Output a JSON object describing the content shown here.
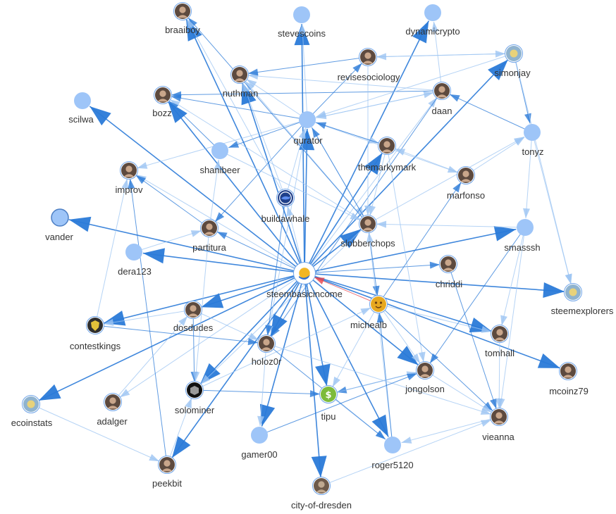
{
  "colors": {
    "edge": "#2a7ad8",
    "edge_light": "#9cc4f2",
    "edge_alert": "#e8424a",
    "node_fill": "#9ec5f8",
    "node_stroke": "#6fa4e8",
    "label": "#333333"
  },
  "nodes": [
    {
      "id": "steembasicincome",
      "label": "steembasicincome",
      "kind": "avatar",
      "icon": "sbi-sun-logo-icon",
      "hub": true
    },
    {
      "id": "braaiboy",
      "label": "braaiboy",
      "kind": "avatar",
      "icon": "person-avatar-icon"
    },
    {
      "id": "stevescoins",
      "label": "stevescoins",
      "kind": "circle"
    },
    {
      "id": "dynamicrypto",
      "label": "dynamicrypto",
      "kind": "circle"
    },
    {
      "id": "revisesociology",
      "label": "revisesociology",
      "kind": "avatar",
      "icon": "person-avatar-icon"
    },
    {
      "id": "simonjay",
      "label": "simonjay",
      "kind": "avatar",
      "icon": "logo-avatar-icon"
    },
    {
      "id": "nuthman",
      "label": "nuthman",
      "kind": "avatar",
      "icon": "person-avatar-icon"
    },
    {
      "id": "bozz",
      "label": "bozz",
      "kind": "avatar",
      "icon": "person-avatar-icon"
    },
    {
      "id": "daan",
      "label": "daan",
      "kind": "avatar",
      "icon": "person-avatar-icon"
    },
    {
      "id": "scilwa",
      "label": "scilwa",
      "kind": "circle"
    },
    {
      "id": "qurator",
      "label": "qurator",
      "kind": "circle"
    },
    {
      "id": "tonyz",
      "label": "tonyz",
      "kind": "circle"
    },
    {
      "id": "shanibeer",
      "label": "shanibeer",
      "kind": "circle"
    },
    {
      "id": "themarkymark",
      "label": "themarkymark",
      "kind": "avatar",
      "icon": "person-avatar-icon"
    },
    {
      "id": "improv",
      "label": "improv",
      "kind": "avatar",
      "icon": "person-avatar-icon"
    },
    {
      "id": "marfonso",
      "label": "marfonso",
      "kind": "avatar",
      "icon": "person-avatar-icon"
    },
    {
      "id": "buildawhale",
      "label": "buildawhale",
      "kind": "avatar",
      "icon": "whale-logo-icon"
    },
    {
      "id": "vander",
      "label": "vander",
      "kind": "circle"
    },
    {
      "id": "partitura",
      "label": "partitura",
      "kind": "avatar",
      "icon": "person-avatar-icon"
    },
    {
      "id": "slobberchops",
      "label": "slobberchops",
      "kind": "avatar",
      "icon": "person-avatar-icon"
    },
    {
      "id": "smasssh",
      "label": "smasssh",
      "kind": "circle"
    },
    {
      "id": "dera123",
      "label": "dera123",
      "kind": "circle"
    },
    {
      "id": "chriddi",
      "label": "chriddi",
      "kind": "avatar",
      "icon": "person-avatar-icon"
    },
    {
      "id": "steemexplorers",
      "label": "steemexplorers",
      "kind": "avatar",
      "icon": "logo-avatar-icon"
    },
    {
      "id": "dosdudes",
      "label": "dosdudes",
      "kind": "avatar",
      "icon": "person-avatar-icon"
    },
    {
      "id": "contestkings",
      "label": "contestkings",
      "kind": "avatar",
      "icon": "shield-logo-icon"
    },
    {
      "id": "michealb",
      "label": "michealb",
      "kind": "avatar",
      "icon": "lego-face-icon"
    },
    {
      "id": "tomhall",
      "label": "tomhall",
      "kind": "avatar",
      "icon": "person-avatar-icon"
    },
    {
      "id": "holoz0r",
      "label": "holoz0r",
      "kind": "avatar",
      "icon": "person-avatar-icon"
    },
    {
      "id": "mcoinz79",
      "label": "mcoinz79",
      "kind": "avatar",
      "icon": "person-avatar-icon"
    },
    {
      "id": "jongolson",
      "label": "jongolson",
      "kind": "avatar",
      "icon": "person-avatar-icon"
    },
    {
      "id": "ecoinstats",
      "label": "ecoinstats",
      "kind": "avatar",
      "icon": "logo-avatar-icon"
    },
    {
      "id": "adalger",
      "label": "adalger",
      "kind": "avatar",
      "icon": "person-avatar-icon"
    },
    {
      "id": "solominer",
      "label": "solominer",
      "kind": "avatar",
      "icon": "cube-logo-icon"
    },
    {
      "id": "tipu",
      "label": "tipu",
      "kind": "avatar",
      "icon": "money-bag-icon"
    },
    {
      "id": "vieanna",
      "label": "vieanna",
      "kind": "avatar",
      "icon": "person-avatar-icon"
    },
    {
      "id": "gamer00",
      "label": "gamer00",
      "kind": "circle"
    },
    {
      "id": "roger5120",
      "label": "roger5120",
      "kind": "circle"
    },
    {
      "id": "peekbit",
      "label": "peekbit",
      "kind": "avatar",
      "icon": "person-avatar-icon"
    },
    {
      "id": "city-of-dresden",
      "label": "city-of-dresden",
      "kind": "avatar",
      "icon": "building-avatar-icon"
    }
  ],
  "edges": [
    [
      "steembasicincome",
      "braaiboy"
    ],
    [
      "steembasicincome",
      "stevescoins"
    ],
    [
      "steembasicincome",
      "dynamicrypto"
    ],
    [
      "steembasicincome",
      "simonjay"
    ],
    [
      "steembasicincome",
      "nuthman"
    ],
    [
      "steembasicincome",
      "bozz"
    ],
    [
      "steembasicincome",
      "scilwa"
    ],
    [
      "steembasicincome",
      "qurator"
    ],
    [
      "steembasicincome",
      "improv"
    ],
    [
      "steembasicincome",
      "vander"
    ],
    [
      "steembasicincome",
      "dera123"
    ],
    [
      "steembasicincome",
      "smasssh"
    ],
    [
      "steembasicincome",
      "chriddi"
    ],
    [
      "steembasicincome",
      "steemexplorers"
    ],
    [
      "steembasicincome",
      "contestkings"
    ],
    [
      "steembasicincome",
      "tomhall"
    ],
    [
      "steembasicincome",
      "mcoinz79"
    ],
    [
      "steembasicincome",
      "jongolson"
    ],
    [
      "steembasicincome",
      "ecoinstats"
    ],
    [
      "steembasicincome",
      "solominer"
    ],
    [
      "steembasicincome",
      "tipu"
    ],
    [
      "steembasicincome",
      "gamer00"
    ],
    [
      "steembasicincome",
      "roger5120"
    ],
    [
      "steembasicincome",
      "peekbit"
    ],
    [
      "steembasicincome",
      "city-of-dresden"
    ],
    [
      "steembasicincome",
      "holoz0r"
    ],
    [
      "steembasicincome",
      "slobberchops"
    ],
    [
      "steembasicincome",
      "partitura"
    ],
    [
      "steembasicincome",
      "buildawhale"
    ],
    [
      "steembasicincome",
      "daan"
    ],
    [
      "steembasicincome",
      "themarkymark"
    ],
    [
      "steembasicincome",
      "adalger"
    ],
    [
      "steembasicincome",
      "dosdudes"
    ],
    [
      "qurator",
      "revisesociology"
    ],
    [
      "qurator",
      "daan"
    ],
    [
      "qurator",
      "themarkymark"
    ],
    [
      "qurator",
      "bozz"
    ],
    [
      "qurator",
      "nuthman"
    ],
    [
      "qurator",
      "stevescoins"
    ],
    [
      "qurator",
      "shanibeer"
    ],
    [
      "qurator",
      "improv"
    ],
    [
      "qurator",
      "holoz0r"
    ],
    [
      "qurator",
      "partitura"
    ],
    [
      "qurator",
      "slobberchops"
    ],
    [
      "qurator",
      "marfonso"
    ],
    [
      "daan",
      "bozz"
    ],
    [
      "daan",
      "nuthman"
    ],
    [
      "daan",
      "qurator"
    ],
    [
      "daan",
      "holoz0r"
    ],
    [
      "daan",
      "dynamicrypto"
    ],
    [
      "simonjay",
      "qurator"
    ],
    [
      "simonjay",
      "tonyz"
    ],
    [
      "simonjay",
      "steemexplorers"
    ],
    [
      "simonjay",
      "revisesociology"
    ],
    [
      "revisesociology",
      "nuthman"
    ],
    [
      "revisesociology",
      "simonjay"
    ],
    [
      "revisesociology",
      "slobberchops"
    ],
    [
      "themarkymark",
      "qurator"
    ],
    [
      "themarkymark",
      "slobberchops"
    ],
    [
      "themarkymark",
      "jongolson"
    ],
    [
      "slobberchops",
      "qurator"
    ],
    [
      "slobberchops",
      "nuthman"
    ],
    [
      "slobberchops",
      "bozz"
    ],
    [
      "slobberchops",
      "braaiboy"
    ],
    [
      "slobberchops",
      "tonyz"
    ],
    [
      "slobberchops",
      "solominer"
    ],
    [
      "slobberchops",
      "michealb"
    ],
    [
      "marfonso",
      "tonyz"
    ],
    [
      "marfonso",
      "themarkymark"
    ],
    [
      "michealb",
      "marfonso"
    ],
    [
      "michealb",
      "jongolson"
    ],
    [
      "michealb",
      "tomhall"
    ],
    [
      "michealb",
      "vieanna"
    ],
    [
      "michealb",
      "tipu"
    ],
    [
      "tonyz",
      "smasssh"
    ],
    [
      "tonyz",
      "daan"
    ],
    [
      "tonyz",
      "steemexplorers"
    ],
    [
      "smasssh",
      "tomhall"
    ],
    [
      "smasssh",
      "jongolson"
    ],
    [
      "smasssh",
      "vieanna"
    ],
    [
      "smasssh",
      "slobberchops"
    ],
    [
      "chriddi",
      "vieanna"
    ],
    [
      "tomhall",
      "vieanna"
    ],
    [
      "jongolson",
      "vieanna"
    ],
    [
      "jongolson",
      "tipu"
    ],
    [
      "city-of-dresden",
      "vieanna"
    ],
    [
      "roger5120",
      "slobberchops"
    ],
    [
      "roger5120",
      "michealb"
    ],
    [
      "tipu",
      "roger5120"
    ],
    [
      "tipu",
      "jongolson"
    ],
    [
      "solominer",
      "tipu"
    ],
    [
      "solominer",
      "michealb"
    ],
    [
      "dosdudes",
      "holoz0r"
    ],
    [
      "dosdudes",
      "solominer"
    ],
    [
      "dosdudes",
      "contestkings"
    ],
    [
      "holoz0r",
      "gamer00"
    ],
    [
      "holoz0r",
      "roger5120"
    ],
    [
      "holoz0r",
      "vieanna"
    ],
    [
      "contestkings",
      "improv"
    ],
    [
      "contestkings",
      "holoz0r"
    ],
    [
      "dera123",
      "partitura"
    ],
    [
      "partitura",
      "shanibeer"
    ],
    [
      "partitura",
      "improv"
    ],
    [
      "partitura",
      "solominer"
    ],
    [
      "buildawhale",
      "qurator"
    ],
    [
      "buildawhale",
      "holoz0r"
    ],
    [
      "buildawhale",
      "nuthman"
    ],
    [
      "buildawhale",
      "braaiboy"
    ],
    [
      "shanibeer",
      "bozz"
    ],
    [
      "shanibeer",
      "slobberchops"
    ],
    [
      "peekbit",
      "solominer"
    ],
    [
      "peekbit",
      "improv"
    ],
    [
      "adalger",
      "dosdudes"
    ],
    [
      "ecoinstats",
      "peekbit"
    ],
    [
      "gamer00",
      "jongolson"
    ],
    [
      "vieanna",
      "roger5120"
    ],
    [
      "michealb",
      "steembasicincome"
    ]
  ]
}
